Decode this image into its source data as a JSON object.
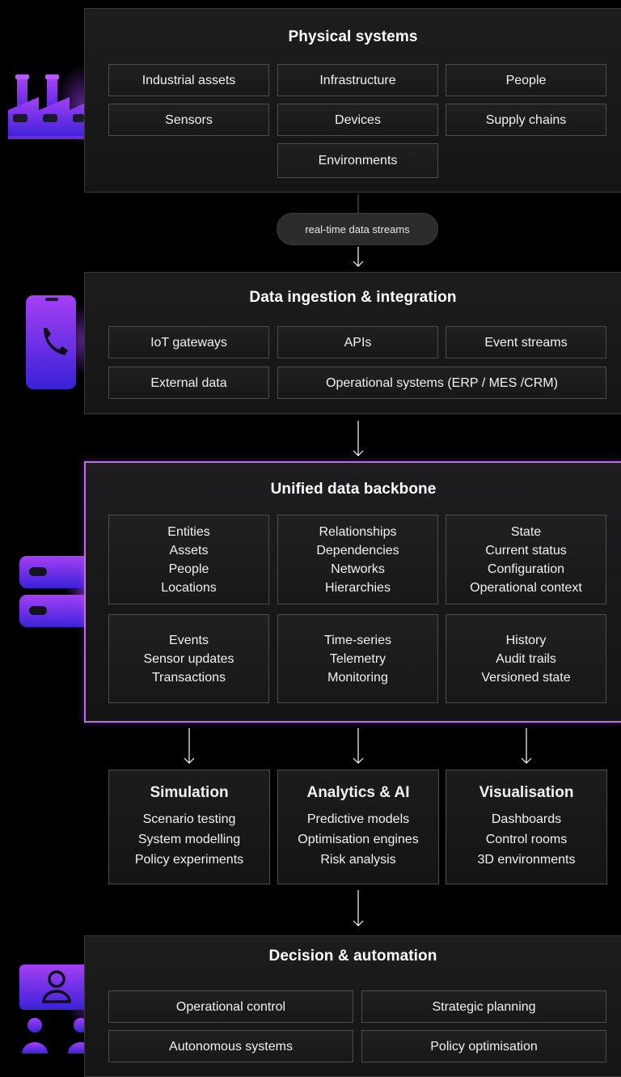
{
  "physical_systems": {
    "title": "Physical systems",
    "items": [
      "Industrial assets",
      "Infrastructure",
      "People",
      "Sensors",
      "Devices",
      "Supply chains",
      "Environments"
    ]
  },
  "stream_label": "real-time data streams",
  "ingestion": {
    "title": "Data ingestion & integration",
    "items": [
      "IoT gateways",
      "APIs",
      "Event streams",
      "External data",
      "Operational systems (ERP / MES /CRM)"
    ]
  },
  "backbone": {
    "title": "Unified data backbone",
    "cells": [
      {
        "lines": [
          "Entities",
          "Assets",
          "People",
          "Locations"
        ]
      },
      {
        "lines": [
          "Relationships",
          "Dependencies",
          "Networks",
          "Hierarchies"
        ]
      },
      {
        "lines": [
          "State",
          "Current status",
          "Configuration",
          "Operational context"
        ]
      },
      {
        "lines": [
          "Events",
          "Sensor updates",
          "Transactions"
        ]
      },
      {
        "lines": [
          "Time-series",
          "Telemetry",
          "Monitoring"
        ]
      },
      {
        "lines": [
          "History",
          "Audit trails",
          "Versioned state"
        ]
      }
    ]
  },
  "outputs": [
    {
      "title": "Simulation",
      "lines": [
        "Scenario testing",
        "System modelling",
        "Policy experiments"
      ]
    },
    {
      "title": "Analytics & AI",
      "lines": [
        "Predictive models",
        "Optimisation engines",
        "Risk analysis"
      ]
    },
    {
      "title": "Visualisation",
      "lines": [
        "Dashboards",
        "Control rooms",
        "3D environments"
      ]
    }
  ],
  "decision": {
    "title": "Decision & automation",
    "items": [
      "Operational control",
      "Strategic planning",
      "Autonomous systems",
      "Policy optimisation"
    ]
  },
  "icons": [
    "factory-icon",
    "phone-icon",
    "server-icon",
    "people-icon"
  ],
  "colors": {
    "accent": "#9b3cf5",
    "accent_dark": "#3a1fd0",
    "highlight_border": "#c46cf0"
  }
}
